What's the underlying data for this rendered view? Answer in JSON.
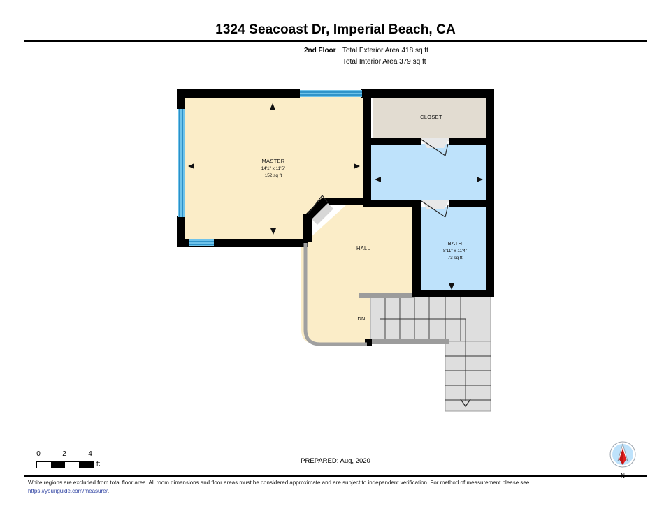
{
  "header": {
    "title": "1324 Seacoast Dr, Imperial Beach, CA",
    "floor_label": "2nd Floor",
    "exterior_area": "Total Exterior Area 418 sq ft",
    "interior_area": "Total Interior Area 379 sq ft"
  },
  "rooms": [
    {
      "name": "MASTER",
      "dimensions": "14'1\" x 11'5\"",
      "area": "152 sq ft",
      "fill": "#FBEDC8"
    },
    {
      "name": "CLOSET",
      "dimensions": "",
      "area": "",
      "fill": "#E2DCD1"
    },
    {
      "name": "BATH",
      "dimensions": "8'11\" x 11'4\"",
      "area": "73 sq ft",
      "fill": "#BEE2FB"
    },
    {
      "name": "HALL",
      "dimensions": "",
      "area": "",
      "fill": "#FBEDC8"
    }
  ],
  "stairs": {
    "label": "DN",
    "fill": "#DEDEDE"
  },
  "colors": {
    "wall": "#000000",
    "window": "#3BA7DD",
    "thin_wall": "#A0A0A0",
    "master_fill": "#FBEDC8",
    "closet_fill": "#E2DCD1",
    "bath_fill": "#BEE2FB",
    "stairs_fill": "#DEDEDE",
    "link": "#2B3FA0",
    "compass_circle": "#BEE2FB",
    "compass_needle": "#E02020"
  },
  "scale": {
    "tick_0": "0",
    "tick_2": "2",
    "tick_4": "4",
    "unit": "ft"
  },
  "prepared": "PREPARED: Aug, 2020",
  "compass": {
    "label": "N"
  },
  "disclaimer": {
    "text_before": "White regions are excluded from total floor area. All room dimensions and floor areas must be considered approximate and are subject to independent verification. For method of measurement please see ",
    "link": "https://youriguide.com/measure/",
    "text_after": ""
  }
}
